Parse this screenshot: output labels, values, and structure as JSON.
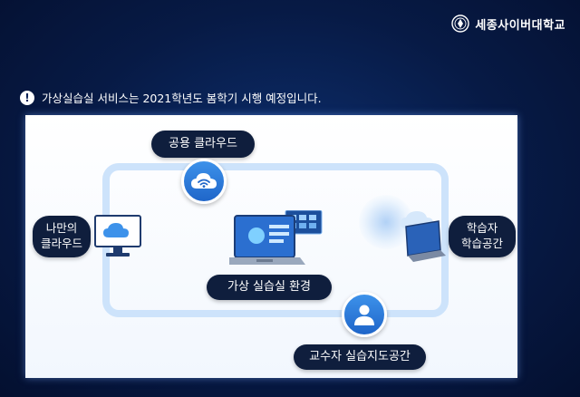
{
  "brand": {
    "name": "세종사이버대학교",
    "logo_icon": "university-seal-icon"
  },
  "notice": {
    "icon": "exclamation-icon",
    "text": "가상실습실 서비스는 2021학년도 봄학기 시행 예정입니다."
  },
  "diagram": {
    "public_cloud": "공용 클라우드",
    "my_cloud": [
      "나만의",
      "클라우드"
    ],
    "student_space": [
      "학습자",
      "학습공간"
    ],
    "virtual_lab": "가상 실습실 환경",
    "professor_space": "교수자 실습지도공간"
  },
  "colors": {
    "background": "#071a45",
    "pill": "#0f1e3d",
    "accent": "#2a7ad8",
    "loop": "#cde3fb"
  }
}
